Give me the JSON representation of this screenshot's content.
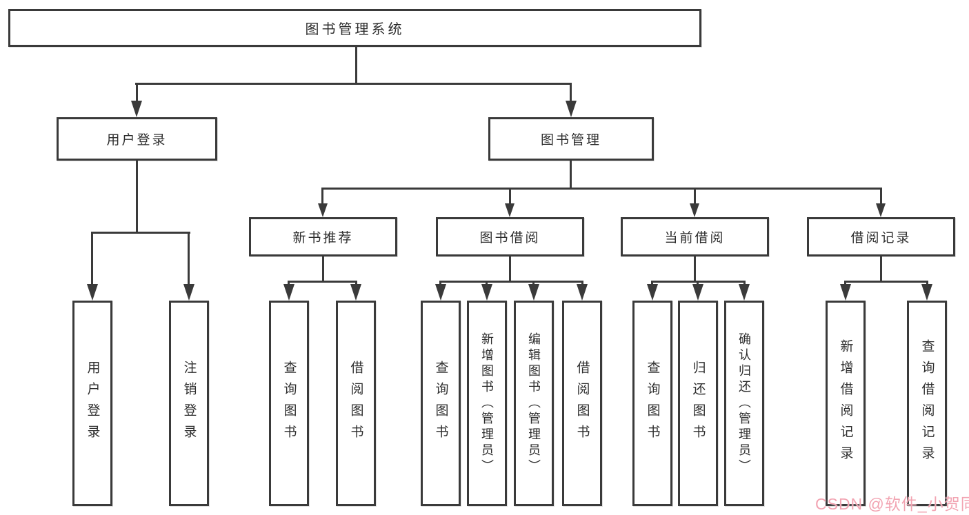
{
  "root": {
    "label": "图书管理系统"
  },
  "level2": [
    {
      "label": "用户登录"
    },
    {
      "label": "图书管理"
    }
  ],
  "level3": [
    {
      "label": "新书推荐"
    },
    {
      "label": "图书借阅"
    },
    {
      "label": "当前借阅"
    },
    {
      "label": "借阅记录"
    }
  ],
  "leaves": {
    "login": [
      "用户登录",
      "注销登录"
    ],
    "recommend": [
      "查询图书",
      "借阅图书"
    ],
    "borrow": [
      "查询图书",
      "新增图书（管理员）",
      "编辑图书（管理员）",
      "借阅图书"
    ],
    "current": [
      "查询图书",
      "归还图书",
      "确认归还（管理员）"
    ],
    "records": [
      "新增借阅记录",
      "查询借阅记录"
    ]
  },
  "watermark": {
    "text": "CSDN @软件_小贺同学"
  },
  "colors": {
    "line": "#3a3a3a",
    "text": "#2d2d2d",
    "watermark": "#f2a4b2",
    "background": "#ffffff"
  }
}
